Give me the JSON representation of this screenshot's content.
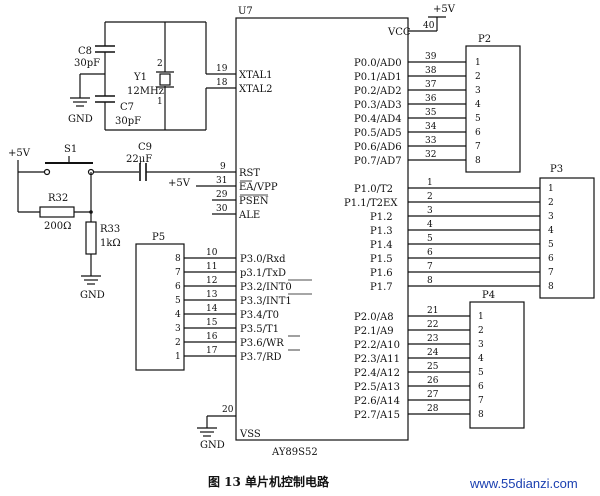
{
  "chip": {
    "ref": "U7",
    "part": "AY89S52",
    "vcc_label": "VCC",
    "vcc_pin": "40",
    "vss_label": "VSS",
    "vss_pin": "20",
    "left_pins": [
      {
        "num": "19",
        "name": "XTAL1"
      },
      {
        "num": "18",
        "name": "XTAL2"
      },
      {
        "num": "9",
        "name": "RST"
      },
      {
        "num": "31",
        "name": "EA/VPP"
      },
      {
        "num": "29",
        "name": "PSEN"
      },
      {
        "num": "30",
        "name": "ALE"
      },
      {
        "num": "10",
        "name": "P3.0/Rxd"
      },
      {
        "num": "11",
        "name": "p3.1/TxD"
      },
      {
        "num": "12",
        "name": "P3.2/INT0"
      },
      {
        "num": "13",
        "name": "P3.3/INT1"
      },
      {
        "num": "14",
        "name": "P3.4/T0"
      },
      {
        "num": "15",
        "name": "P3.5/T1"
      },
      {
        "num": "16",
        "name": "P3.6/WR"
      },
      {
        "num": "17",
        "name": "P3.7/RD"
      }
    ],
    "port0": [
      {
        "num": "39",
        "name": "P0.0/AD0"
      },
      {
        "num": "38",
        "name": "P0.1/AD1"
      },
      {
        "num": "37",
        "name": "P0.2/AD2"
      },
      {
        "num": "36",
        "name": "P0.3/AD3"
      },
      {
        "num": "35",
        "name": "P0.4/AD4"
      },
      {
        "num": "34",
        "name": "P0.5/AD5"
      },
      {
        "num": "33",
        "name": "P0.6/AD6"
      },
      {
        "num": "32",
        "name": "P0.7/AD7"
      }
    ],
    "port1": [
      {
        "num": "1",
        "name": "P1.0/T2"
      },
      {
        "num": "2",
        "name": "P1.1/T2EX"
      },
      {
        "num": "3",
        "name": "P1.2"
      },
      {
        "num": "4",
        "name": "P1.3"
      },
      {
        "num": "5",
        "name": "P1.4"
      },
      {
        "num": "6",
        "name": "P1.5"
      },
      {
        "num": "7",
        "name": "P1.6"
      },
      {
        "num": "8",
        "name": "P1.7"
      }
    ],
    "port2": [
      {
        "num": "21",
        "name": "P2.0/A8"
      },
      {
        "num": "22",
        "name": "P2.1/A9"
      },
      {
        "num": "23",
        "name": "P2.2/A10"
      },
      {
        "num": "24",
        "name": "P2.3/A11"
      },
      {
        "num": "25",
        "name": "P2.4/A12"
      },
      {
        "num": "26",
        "name": "P2.5/A13"
      },
      {
        "num": "27",
        "name": "P2.6/A14"
      },
      {
        "num": "28",
        "name": "P2.7/A15"
      }
    ]
  },
  "connectors": {
    "p2": {
      "ref": "P2",
      "pins": [
        "1",
        "2",
        "3",
        "4",
        "5",
        "6",
        "7",
        "8"
      ]
    },
    "p3": {
      "ref": "P3",
      "pins": [
        "1",
        "2",
        "3",
        "4",
        "5",
        "6",
        "7",
        "8"
      ]
    },
    "p4": {
      "ref": "P4",
      "pins": [
        "1",
        "2",
        "3",
        "4",
        "5",
        "6",
        "7",
        "8"
      ]
    },
    "p5": {
      "ref": "P5",
      "pins": [
        "8",
        "7",
        "6",
        "5",
        "4",
        "3",
        "2",
        "1"
      ]
    }
  },
  "parts": {
    "c8_ref": "C8",
    "c8_val": "30pF",
    "c7_ref": "C7",
    "c7_val": "30pF",
    "y1_ref": "Y1",
    "y1_val": "12MHz",
    "y1_pin2": "2",
    "y1_pin1": "1",
    "s1_ref": "S1",
    "c9_ref": "C9",
    "c9_val": "22μF",
    "r32_ref": "R32",
    "r32_val": "200Ω",
    "r33_ref": "R33",
    "r33_val": "1kΩ"
  },
  "nets": {
    "plus5v": "+5V",
    "gnd": "GND"
  },
  "caption": "图 13   单片机控制电路",
  "watermark": "www.55dianzi.com"
}
